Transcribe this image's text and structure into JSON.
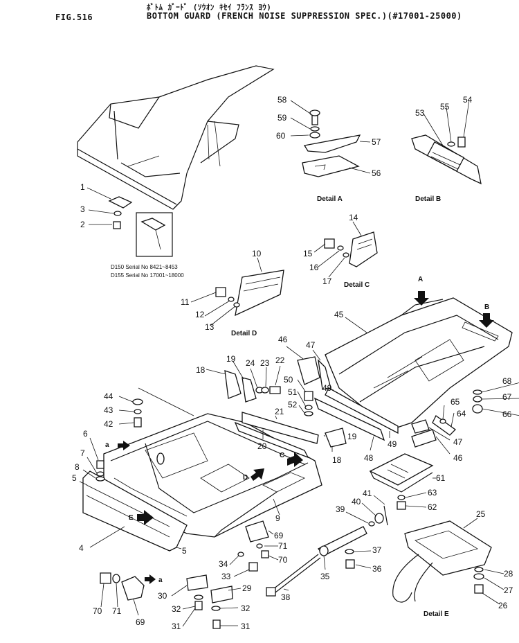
{
  "header": {
    "fig": "FIG.516",
    "kana": "ﾎﾞﾄﾑ ｶﾞｰﾄﾞ  (ｿｳｵﾝ ｷｾｲ ﾌﾗﾝｽ ﾖｳ)",
    "title": "BOTTOM GUARD (FRENCH NOISE SUPPRESSION SPEC.)(#17001-25000)"
  },
  "details": {
    "a": "Detail A",
    "b": "Detail B",
    "c": "Detail C",
    "d": "Detail D",
    "e": "Detail E"
  },
  "serials": {
    "line1": "D150 Serial No 8421~8453",
    "line2": "D155 Serial No 17001~18000"
  },
  "view_markers": {
    "A": "A",
    "B": "B",
    "C": "C",
    "D": "D",
    "E": "E",
    "a": "a"
  },
  "part_numbers": [
    "1",
    "2",
    "3",
    "4",
    "5",
    "5",
    "6",
    "7",
    "8",
    "9",
    "10",
    "11",
    "12",
    "13",
    "14",
    "15",
    "16",
    "17",
    "18",
    "18",
    "19",
    "19",
    "20",
    "21",
    "22",
    "23",
    "24",
    "25",
    "26",
    "27",
    "28",
    "29",
    "30",
    "31",
    "31",
    "32",
    "32",
    "33",
    "34",
    "35",
    "36",
    "37",
    "38",
    "39",
    "40",
    "41",
    "42",
    "43",
    "44",
    "45",
    "46",
    "46",
    "47",
    "47",
    "48",
    "49",
    "49",
    "50",
    "51",
    "52",
    "53",
    "54",
    "55",
    "56",
    "57",
    "58",
    "59",
    "60",
    "61",
    "62",
    "63",
    "64",
    "65",
    "66",
    "67",
    "68",
    "69",
    "69",
    "70",
    "70",
    "71",
    "71"
  ]
}
